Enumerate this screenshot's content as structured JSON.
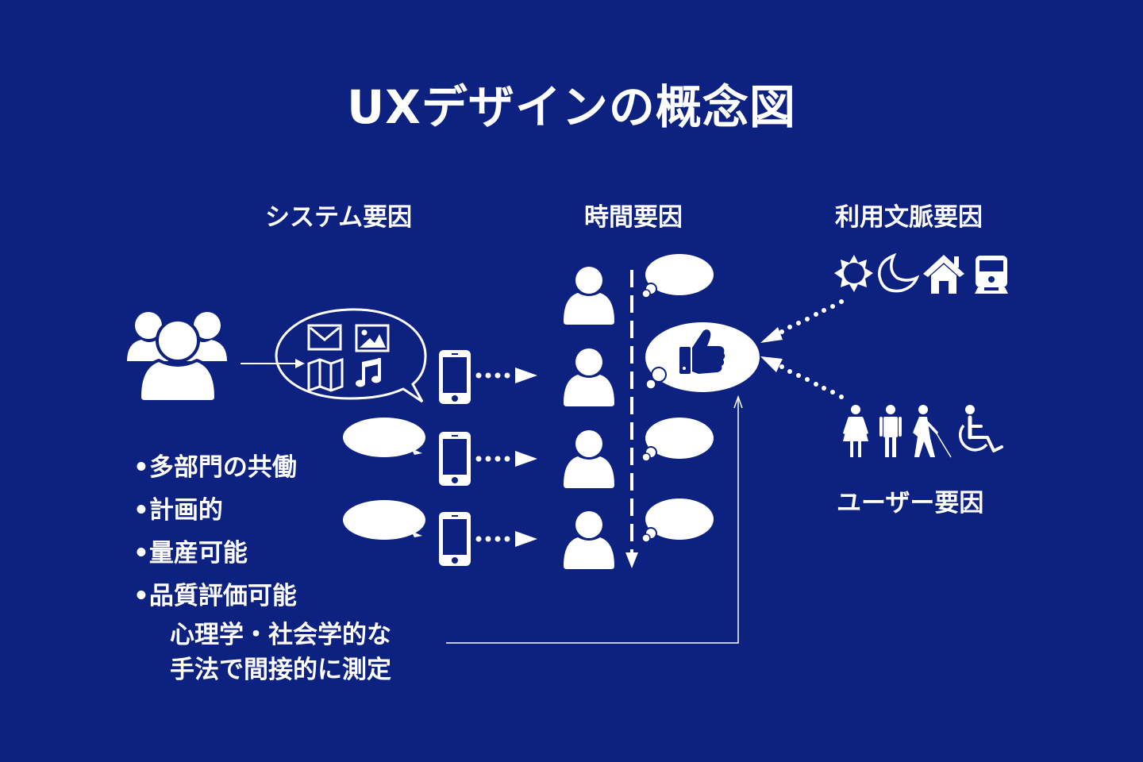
{
  "title": "UXデザインの概念図",
  "headings": {
    "system": "システム要因",
    "time": "時間要因",
    "context": "利用文脈要因",
    "user": "ユーザー要因"
  },
  "bullets": [
    "•多部門の共働",
    "•計画的",
    "•量産可能",
    "•品質評価可能"
  ],
  "bullet_note": [
    "心理学・社会学的な",
    "手法で間接的に測定"
  ],
  "icons": {
    "system_bubble": [
      "mail-icon",
      "image-icon",
      "map-icon",
      "music-note-icon"
    ],
    "context": [
      "sun-icon",
      "moon-icon",
      "home-icon",
      "train-icon"
    ],
    "user": [
      "woman-icon",
      "man-icon",
      "blind-person-icon",
      "wheelchair-icon"
    ],
    "satisfaction": "thumbs-up-icon"
  },
  "colors": {
    "background": "#0c2180",
    "foreground": "#ffffff"
  }
}
